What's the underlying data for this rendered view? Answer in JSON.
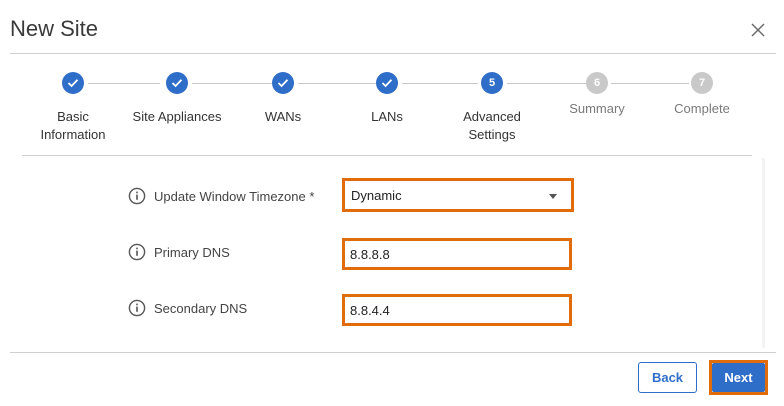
{
  "dialog": {
    "title": "New Site",
    "close_icon": "close-icon"
  },
  "stepper": {
    "steps": [
      {
        "number": "1",
        "label": "Basic Information",
        "state": "completed"
      },
      {
        "number": "2",
        "label": "Site Appliances",
        "state": "completed"
      },
      {
        "number": "3",
        "label": "WANs",
        "state": "completed"
      },
      {
        "number": "4",
        "label": "LANs",
        "state": "completed"
      },
      {
        "number": "5",
        "label": "Advanced Settings",
        "state": "active"
      },
      {
        "number": "6",
        "label": "Summary",
        "state": "upcoming"
      },
      {
        "number": "7",
        "label": "Complete",
        "state": "upcoming"
      }
    ]
  },
  "form": {
    "timezone": {
      "label": "Update Window Timezone *",
      "value": "Dynamic"
    },
    "primary_dns": {
      "label": "Primary DNS",
      "value": "8.8.8.8"
    },
    "secondary_dns": {
      "label": "Secondary DNS",
      "value": "8.8.4.4"
    }
  },
  "footer": {
    "back_label": "Back",
    "next_label": "Next"
  },
  "colors": {
    "accent": "#2f6ec8",
    "highlight": "#e06c0b",
    "inactive_step": "#c9c9c9"
  }
}
